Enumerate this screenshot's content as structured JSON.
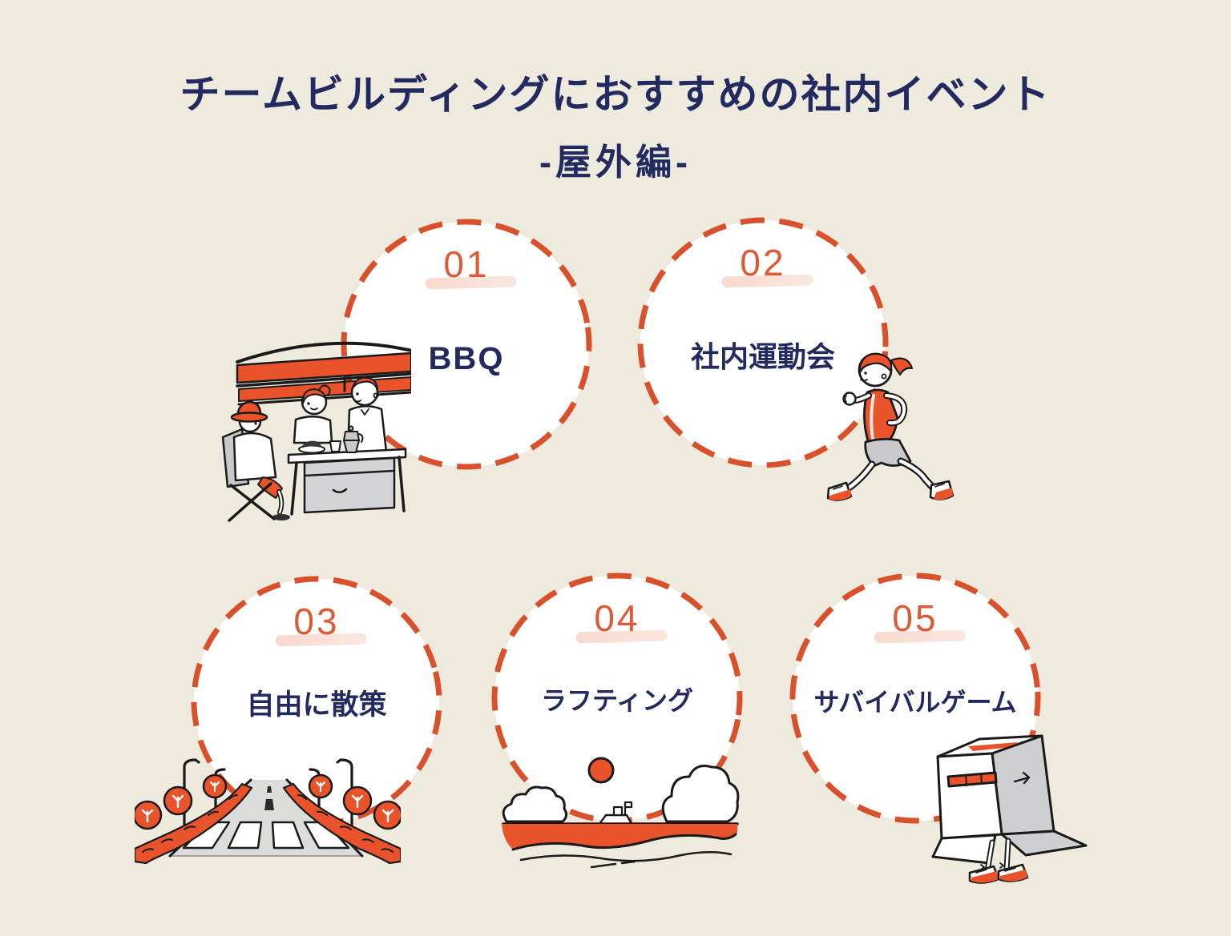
{
  "page": {
    "background_color": "#eeebde"
  },
  "title": {
    "line1": "チームビルディングにおすすめの社内イベント",
    "line2": "-屋外編-",
    "color": "#232a60"
  },
  "palette": {
    "accent_orange": "#d9512c",
    "illustration_orange": "#e8532c",
    "number_orange": "#dc5a35",
    "highlight_pink": "#f5c9ba",
    "navy": "#222a5e",
    "line_black": "#1a1a1a",
    "gray": "#cfcfd1",
    "circle_fill": "#ffffff"
  },
  "events": [
    {
      "number": "01",
      "label": "BBQ",
      "illustration": "bbq-scene"
    },
    {
      "number": "02",
      "label": "社内運動会",
      "illustration": "running-woman"
    },
    {
      "number": "03",
      "label": "自由に散策",
      "illustration": "tree-lined-road"
    },
    {
      "number": "04",
      "label": "ラフティング",
      "illustration": "river-boat-scene"
    },
    {
      "number": "05",
      "label": "サバイバルゲーム",
      "illustration": "person-hiding-in-box"
    }
  ]
}
